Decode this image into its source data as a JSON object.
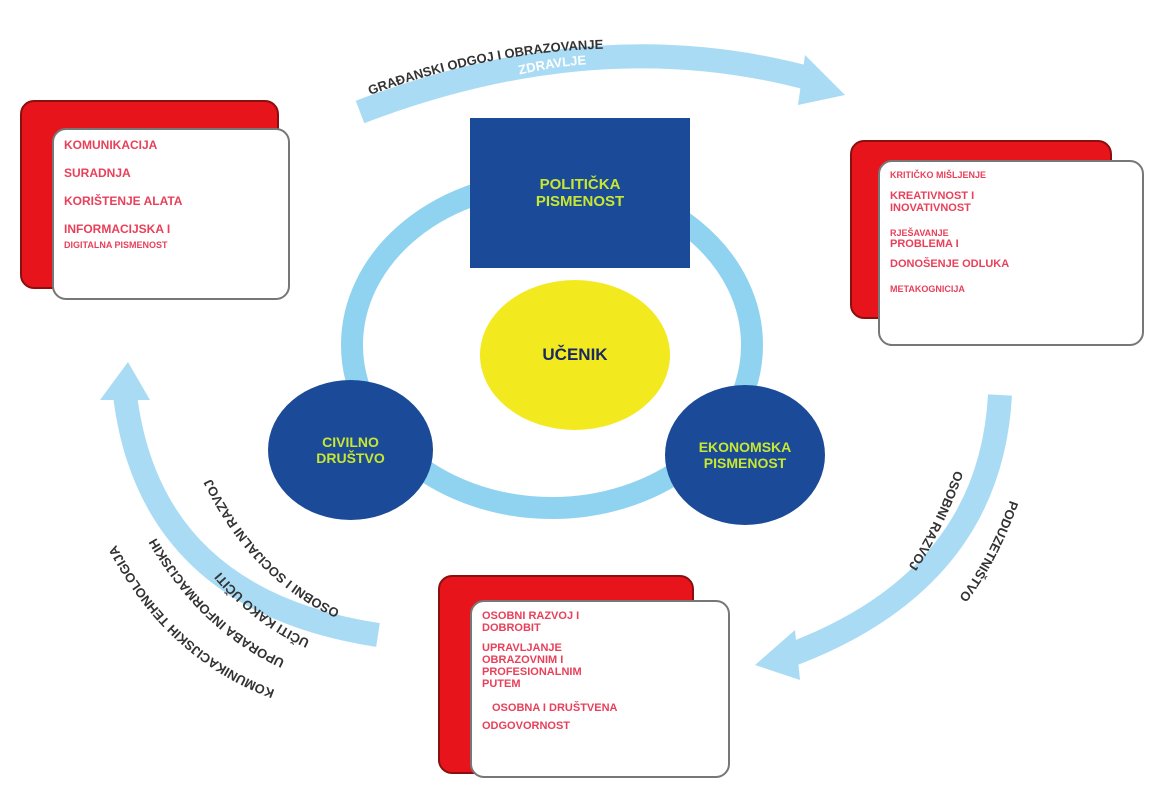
{
  "center": "UČENIK",
  "top_box": "POLITIČKA PISMENOST",
  "left_circle": "CIVILNO DRUŠTVO",
  "right_circle": "EKONOMSKA PISMENOST",
  "arrows": {
    "top": [
      "GRAĐANSKI ODGOJ I OBRAZOVANJE",
      "ZDRAVLJE"
    ],
    "right": [
      "OSOBNI RAZVOJ",
      "PODUZETNIŠTVO"
    ],
    "left": [
      "OSOBNI I SOCIJALNI RAZVOJ",
      "UČITI KAKO UČITI",
      "UPORABA INFORMACIJSKIH",
      "KOMUNIKACIJSKIH TEHNOLOGIJA"
    ]
  },
  "cards": {
    "left": [
      "KOMUNIKACIJA",
      "SURADNJA",
      "KORIŠTENJE ALATA",
      "INFORMACIJSKA I",
      "DIGITALNA PISMENOST"
    ],
    "right": [
      "KRITIČKO MIŠLJENJE",
      "KREATIVNOST I",
      "INOVATIVNOST",
      "RJEŠAVANJE",
      "PROBLEMA I",
      "DONOŠENJE ODLUKA",
      "METAKOGNICIJA"
    ],
    "bottom": [
      "OSOBNI RAZVOJ I",
      "DOBROBIT",
      "UPRAVLJANJE",
      "OBRAZOVNIM I",
      "PROFESIONALNIM",
      "PUTEM",
      "OSOBNA I DRUŠTVENA",
      "ODGOVORNOST"
    ]
  },
  "colors": {
    "ring": "#8fd3f0",
    "blue": "#1a4a98",
    "yellow": "#f2ea1e",
    "red": "#e8141c"
  }
}
